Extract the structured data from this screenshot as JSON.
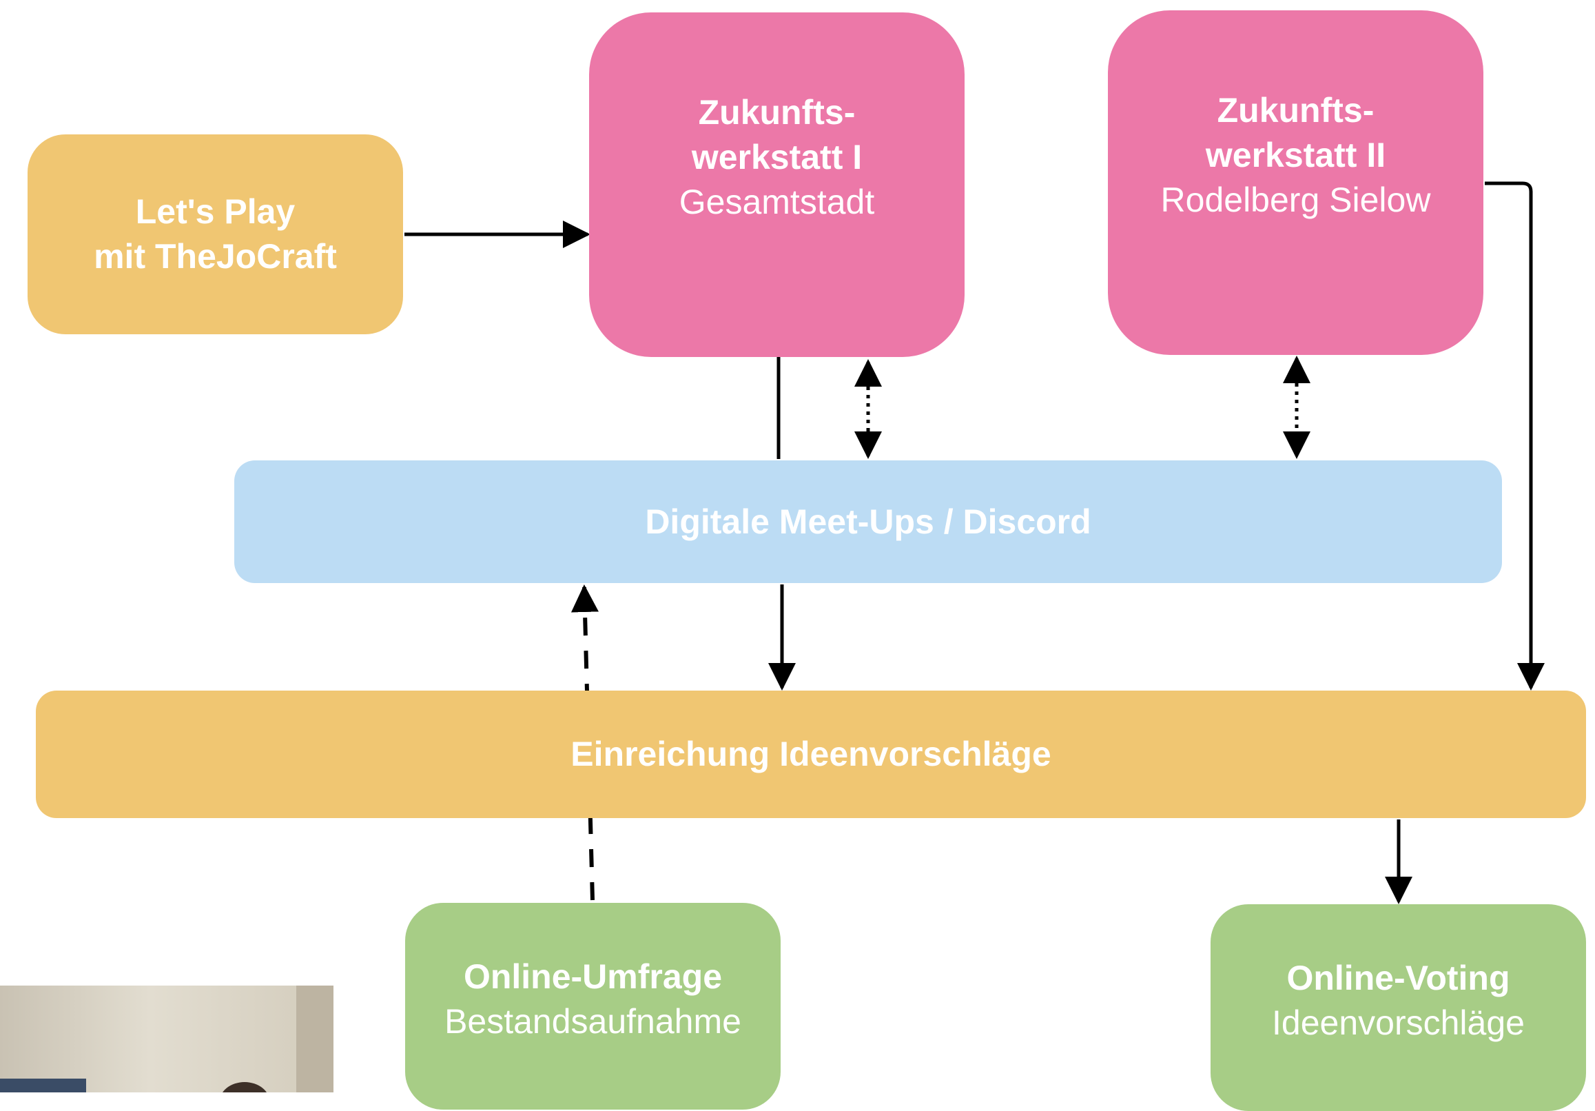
{
  "nodes": {
    "lets_play": {
      "line1": "Let's Play",
      "line2": "mit TheJoCraft",
      "color": "#f0c672"
    },
    "zukunftswerkstatt_1": {
      "line1": "Zukunfts-",
      "line2": "werkstatt I",
      "line3": "Gesamtstadt",
      "color": "#ec78a8"
    },
    "zukunftswerkstatt_2": {
      "line1": "Zukunfts-",
      "line2": "werkstatt II",
      "line3": "Rodelberg Sielow",
      "color": "#ec78a8"
    },
    "meetups": {
      "label": "Digitale Meet-Ups / Discord",
      "color": "#bcdcf4"
    },
    "einreichung": {
      "label": "Einreichung Ideenvorschläge",
      "color": "#f0c672"
    },
    "umfrage": {
      "line1": "Online-Umfrage",
      "line2": "Bestandsaufnahme",
      "color": "#a7cd86"
    },
    "voting": {
      "line1": "Online-Voting",
      "line2": "Ideenvorschläge",
      "color": "#a7cd86"
    }
  },
  "edges": [
    {
      "from": "lets_play",
      "to": "zukunftswerkstatt_1",
      "style": "solid",
      "direction": "forward"
    },
    {
      "from": "zukunftswerkstatt_1",
      "to": "meetups",
      "style": "solid",
      "direction": "none"
    },
    {
      "from": "zukunftswerkstatt_1",
      "to": "meetups",
      "style": "dotted",
      "direction": "both"
    },
    {
      "from": "zukunftswerkstatt_2",
      "to": "meetups",
      "style": "dotted",
      "direction": "both"
    },
    {
      "from": "zukunftswerkstatt_2",
      "to": "einreichung",
      "style": "solid",
      "direction": "forward"
    },
    {
      "from": "meetups",
      "to": "einreichung",
      "style": "solid",
      "direction": "forward"
    },
    {
      "from": "umfrage",
      "to": "meetups",
      "style": "dashed",
      "direction": "forward"
    },
    {
      "from": "einreichung",
      "to": "voting",
      "style": "solid",
      "direction": "forward"
    }
  ],
  "icons": {
    "photo": "photo-thumbnail"
  }
}
